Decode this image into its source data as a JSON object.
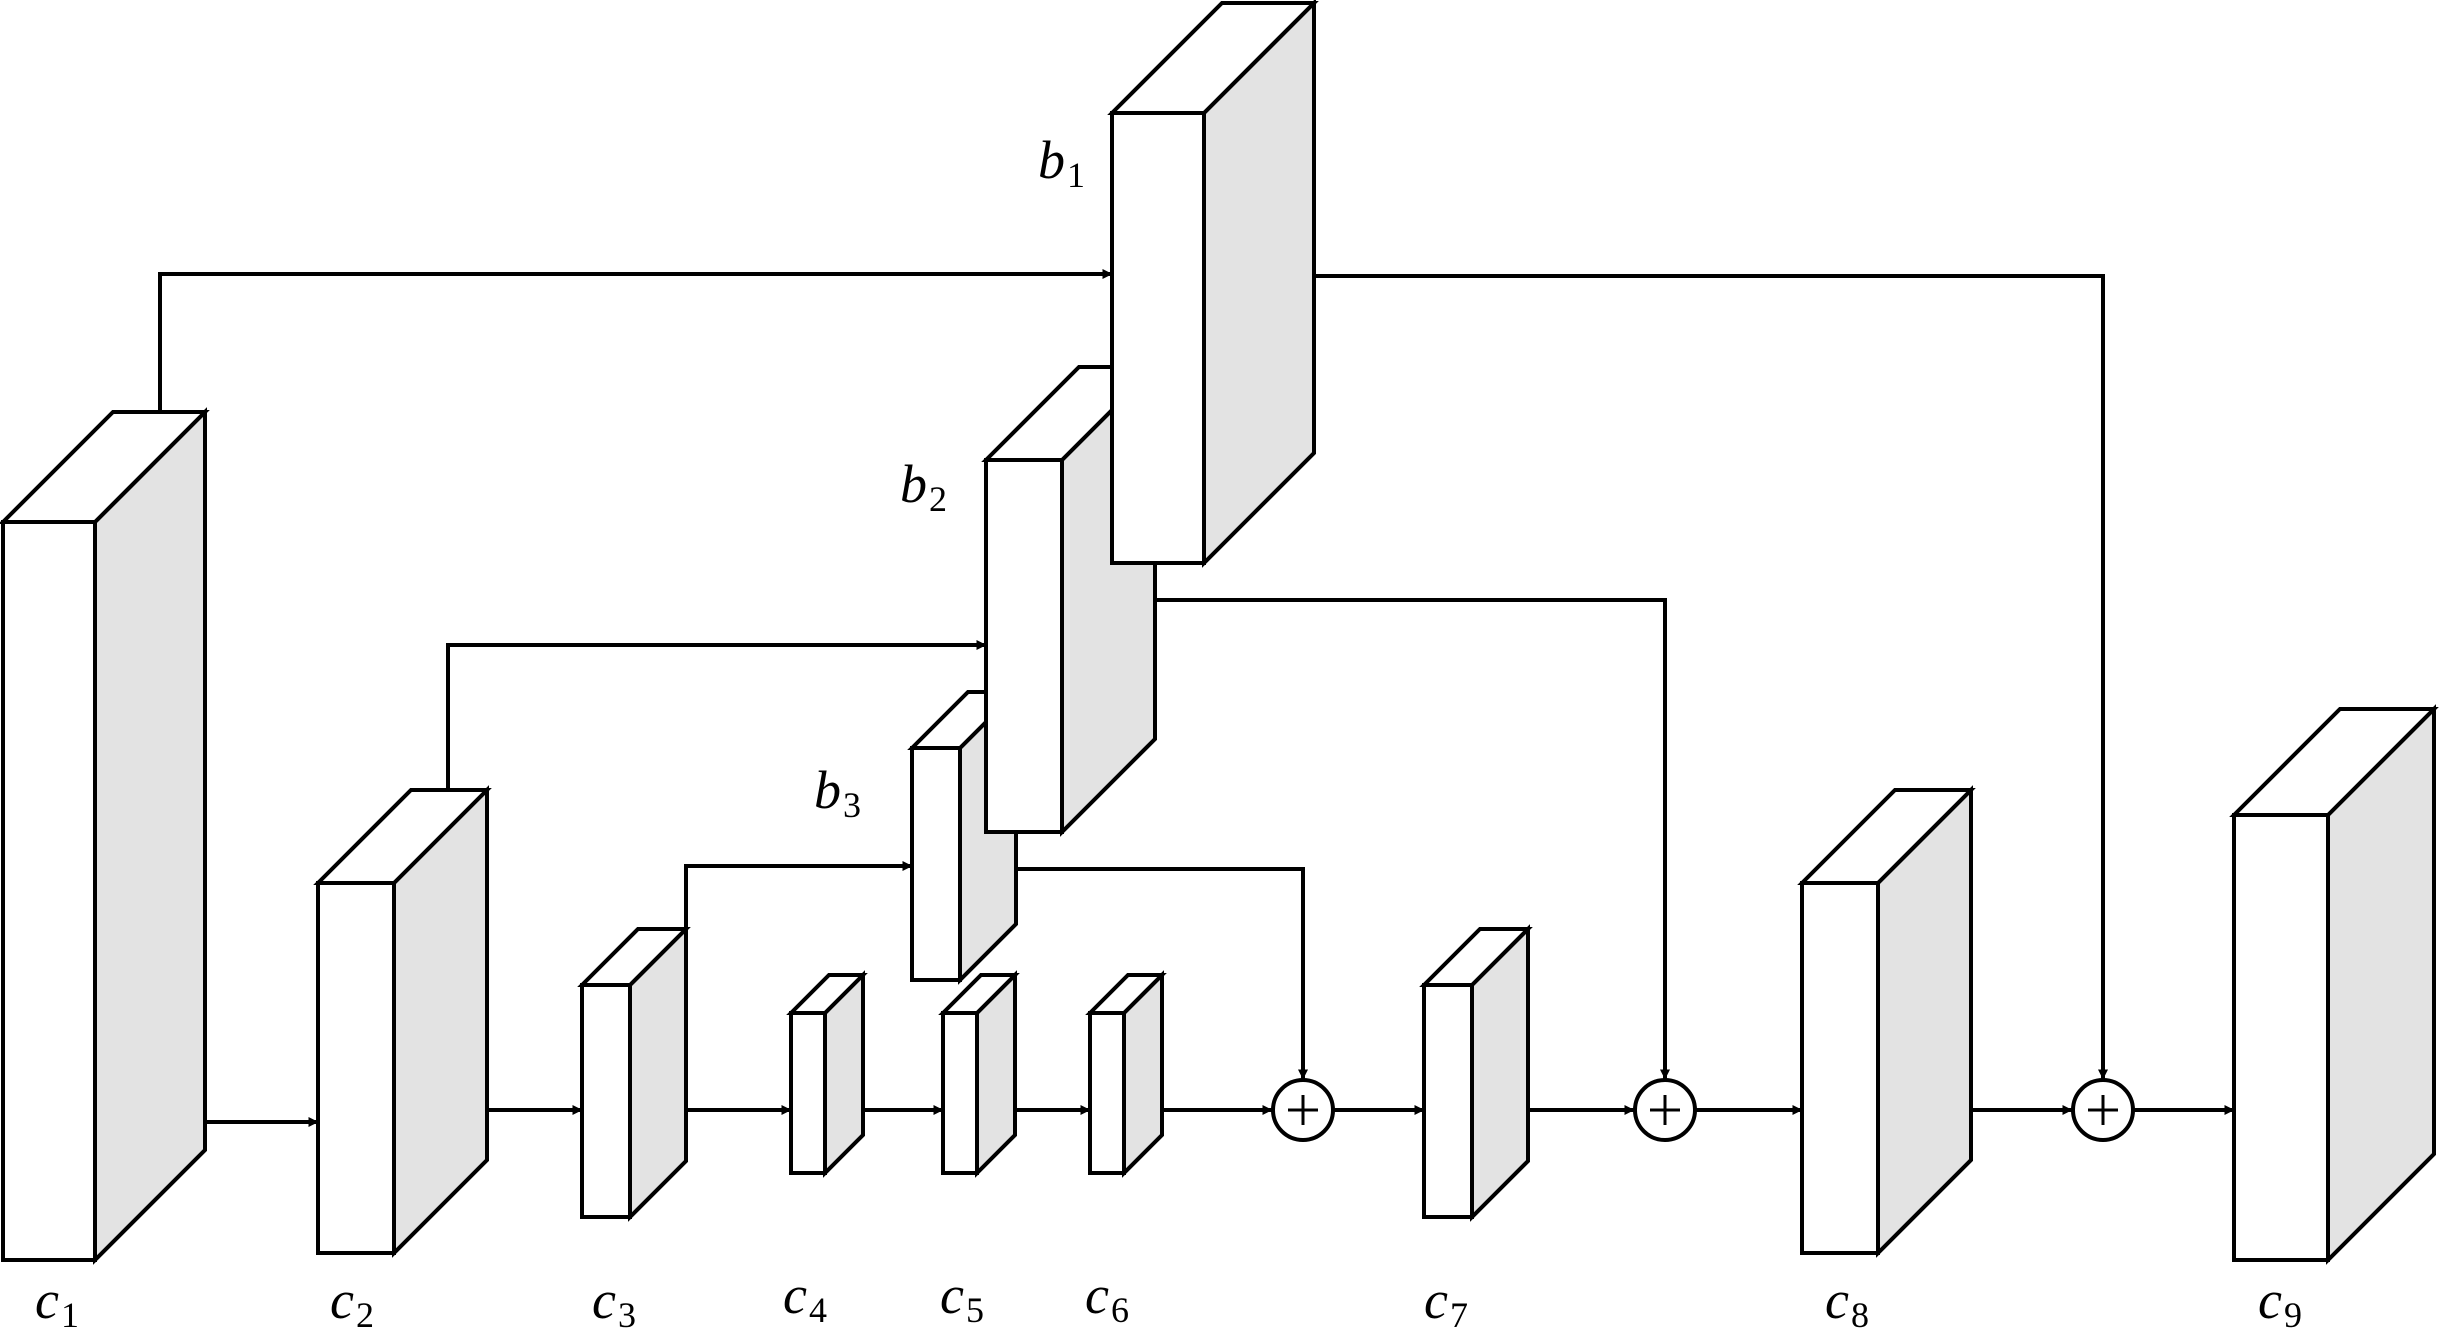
{
  "blocks": [
    {
      "id": "c1",
      "letter": "c",
      "subscript": "1"
    },
    {
      "id": "c2",
      "letter": "c",
      "subscript": "2"
    },
    {
      "id": "c3",
      "letter": "c",
      "subscript": "3"
    },
    {
      "id": "c4",
      "letter": "c",
      "subscript": "4"
    },
    {
      "id": "c5",
      "letter": "c",
      "subscript": "5"
    },
    {
      "id": "c6",
      "letter": "c",
      "subscript": "6"
    },
    {
      "id": "c7",
      "letter": "c",
      "subscript": "7"
    },
    {
      "id": "c8",
      "letter": "c",
      "subscript": "8"
    },
    {
      "id": "c9",
      "letter": "c",
      "subscript": "9"
    },
    {
      "id": "b1",
      "letter": "b",
      "subscript": "1"
    },
    {
      "id": "b2",
      "letter": "b",
      "subscript": "2"
    },
    {
      "id": "b3",
      "letter": "b",
      "subscript": "3"
    }
  ],
  "sum_symbol": "+",
  "colors": {
    "block_face": "#ffffff",
    "block_side": "#e3e3e3",
    "stroke": "#000000"
  }
}
